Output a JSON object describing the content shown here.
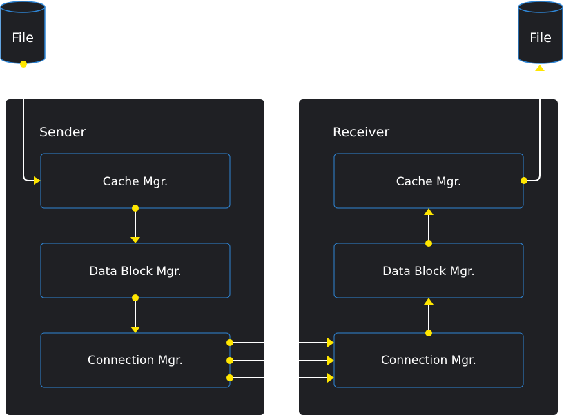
{
  "files": {
    "source": "File",
    "destination": "File"
  },
  "sender": {
    "title": "Sender",
    "cache": "Cache Mgr.",
    "data_block": "Data Block Mgr.",
    "connection": "Connection Mgr."
  },
  "receiver": {
    "title": "Receiver",
    "cache": "Cache Mgr.",
    "data_block": "Data Block Mgr.",
    "connection": "Connection Mgr."
  },
  "colors": {
    "panel": "#1f2024",
    "border": "#2f86d6",
    "accent": "#ffe600"
  }
}
